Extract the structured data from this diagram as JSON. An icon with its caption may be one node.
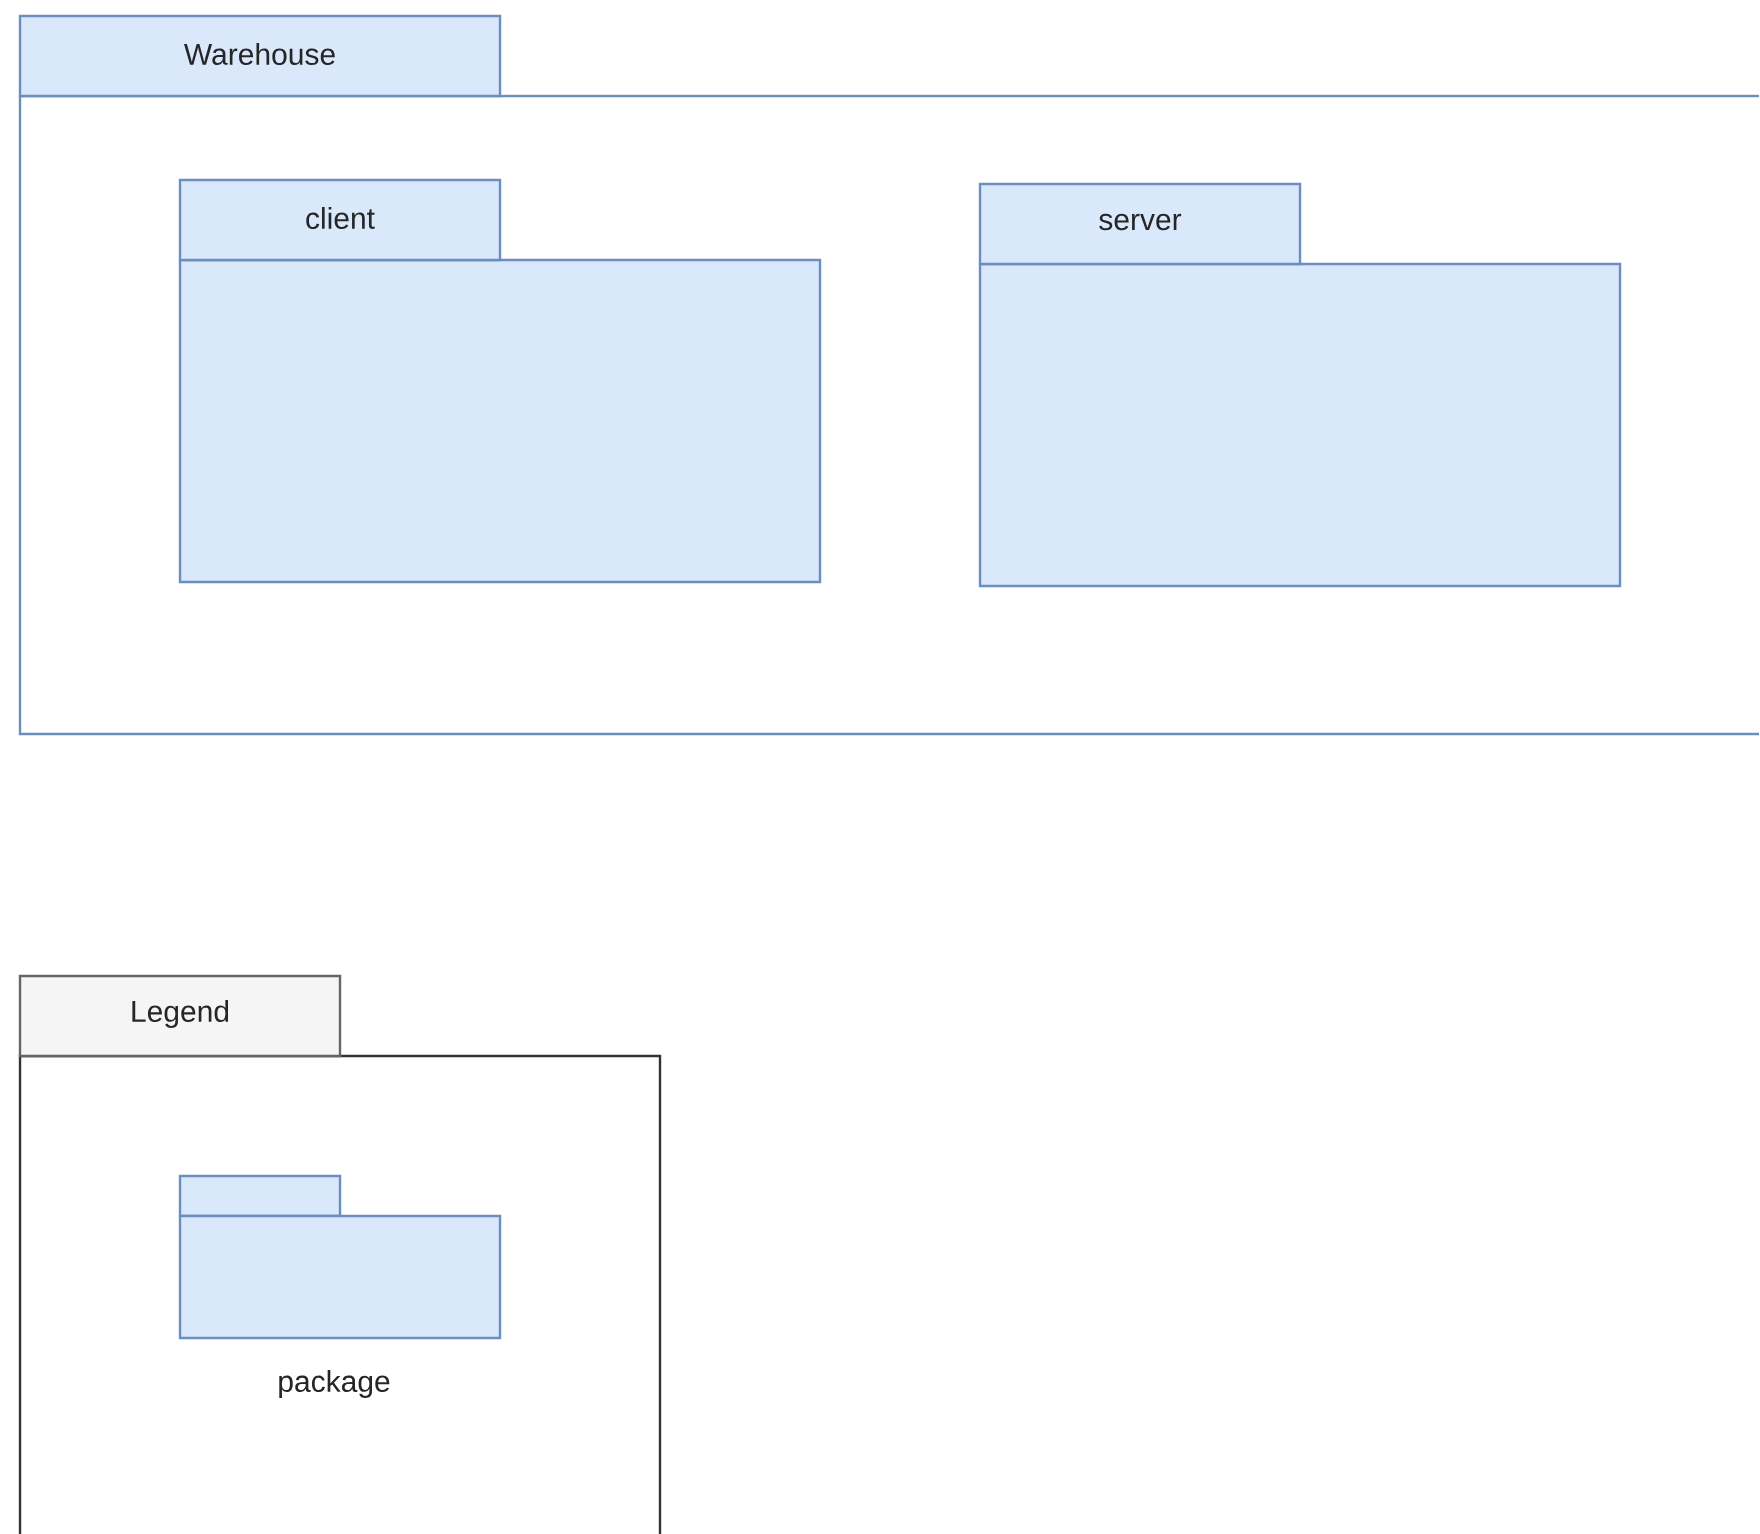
{
  "diagram": {
    "nodes": [
      {
        "text": [
          "Warehouse"
        ]
      },
      {
        "text": [
          "client"
        ],
        "in": 0
      },
      {
        "text": [
          "server"
        ],
        "in": 0
      },
      {
        "text": [
          "Legend"
        ]
      }
    ],
    "legend": [
      {
        "text": "package"
      }
    ]
  }
}
